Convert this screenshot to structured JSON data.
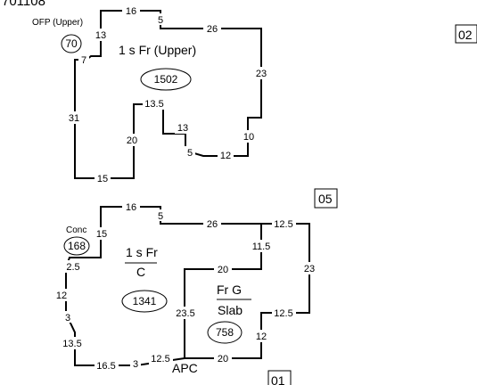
{
  "header": {
    "record_id_fragment": "701108"
  },
  "sketches": [
    {
      "id": "upper",
      "box_label": "02",
      "small_area": {
        "label": "OFP (Upper)",
        "sqft": "70"
      },
      "main_area": {
        "label": "1 s Fr  (Upper)",
        "sqft": "1502"
      },
      "dimensions": [
        "16",
        "5",
        "26",
        "23",
        "10",
        "12",
        "5",
        "13",
        "13.5",
        "20",
        "15",
        "31",
        "7",
        "13"
      ]
    },
    {
      "id": "lower",
      "box_label": "05",
      "small_area": {
        "label": "Conc",
        "sqft": "168"
      },
      "main_area": {
        "label_top": "1 s Fr",
        "label_bottom": "C",
        "sqft": "1341"
      },
      "garage_area": {
        "label_top": "Fr G",
        "label_bottom": "Slab",
        "sqft": "758"
      },
      "center_label": "APC",
      "dimensions": [
        "16",
        "5",
        "26",
        "12.5",
        "11.5",
        "23",
        "12.5",
        "12",
        "20",
        "12.5",
        "3",
        "16.5",
        "13.5",
        "3",
        "12",
        "2.5",
        "15",
        "20",
        "23.5"
      ]
    },
    {
      "id": "bottom",
      "box_label": "01"
    }
  ]
}
